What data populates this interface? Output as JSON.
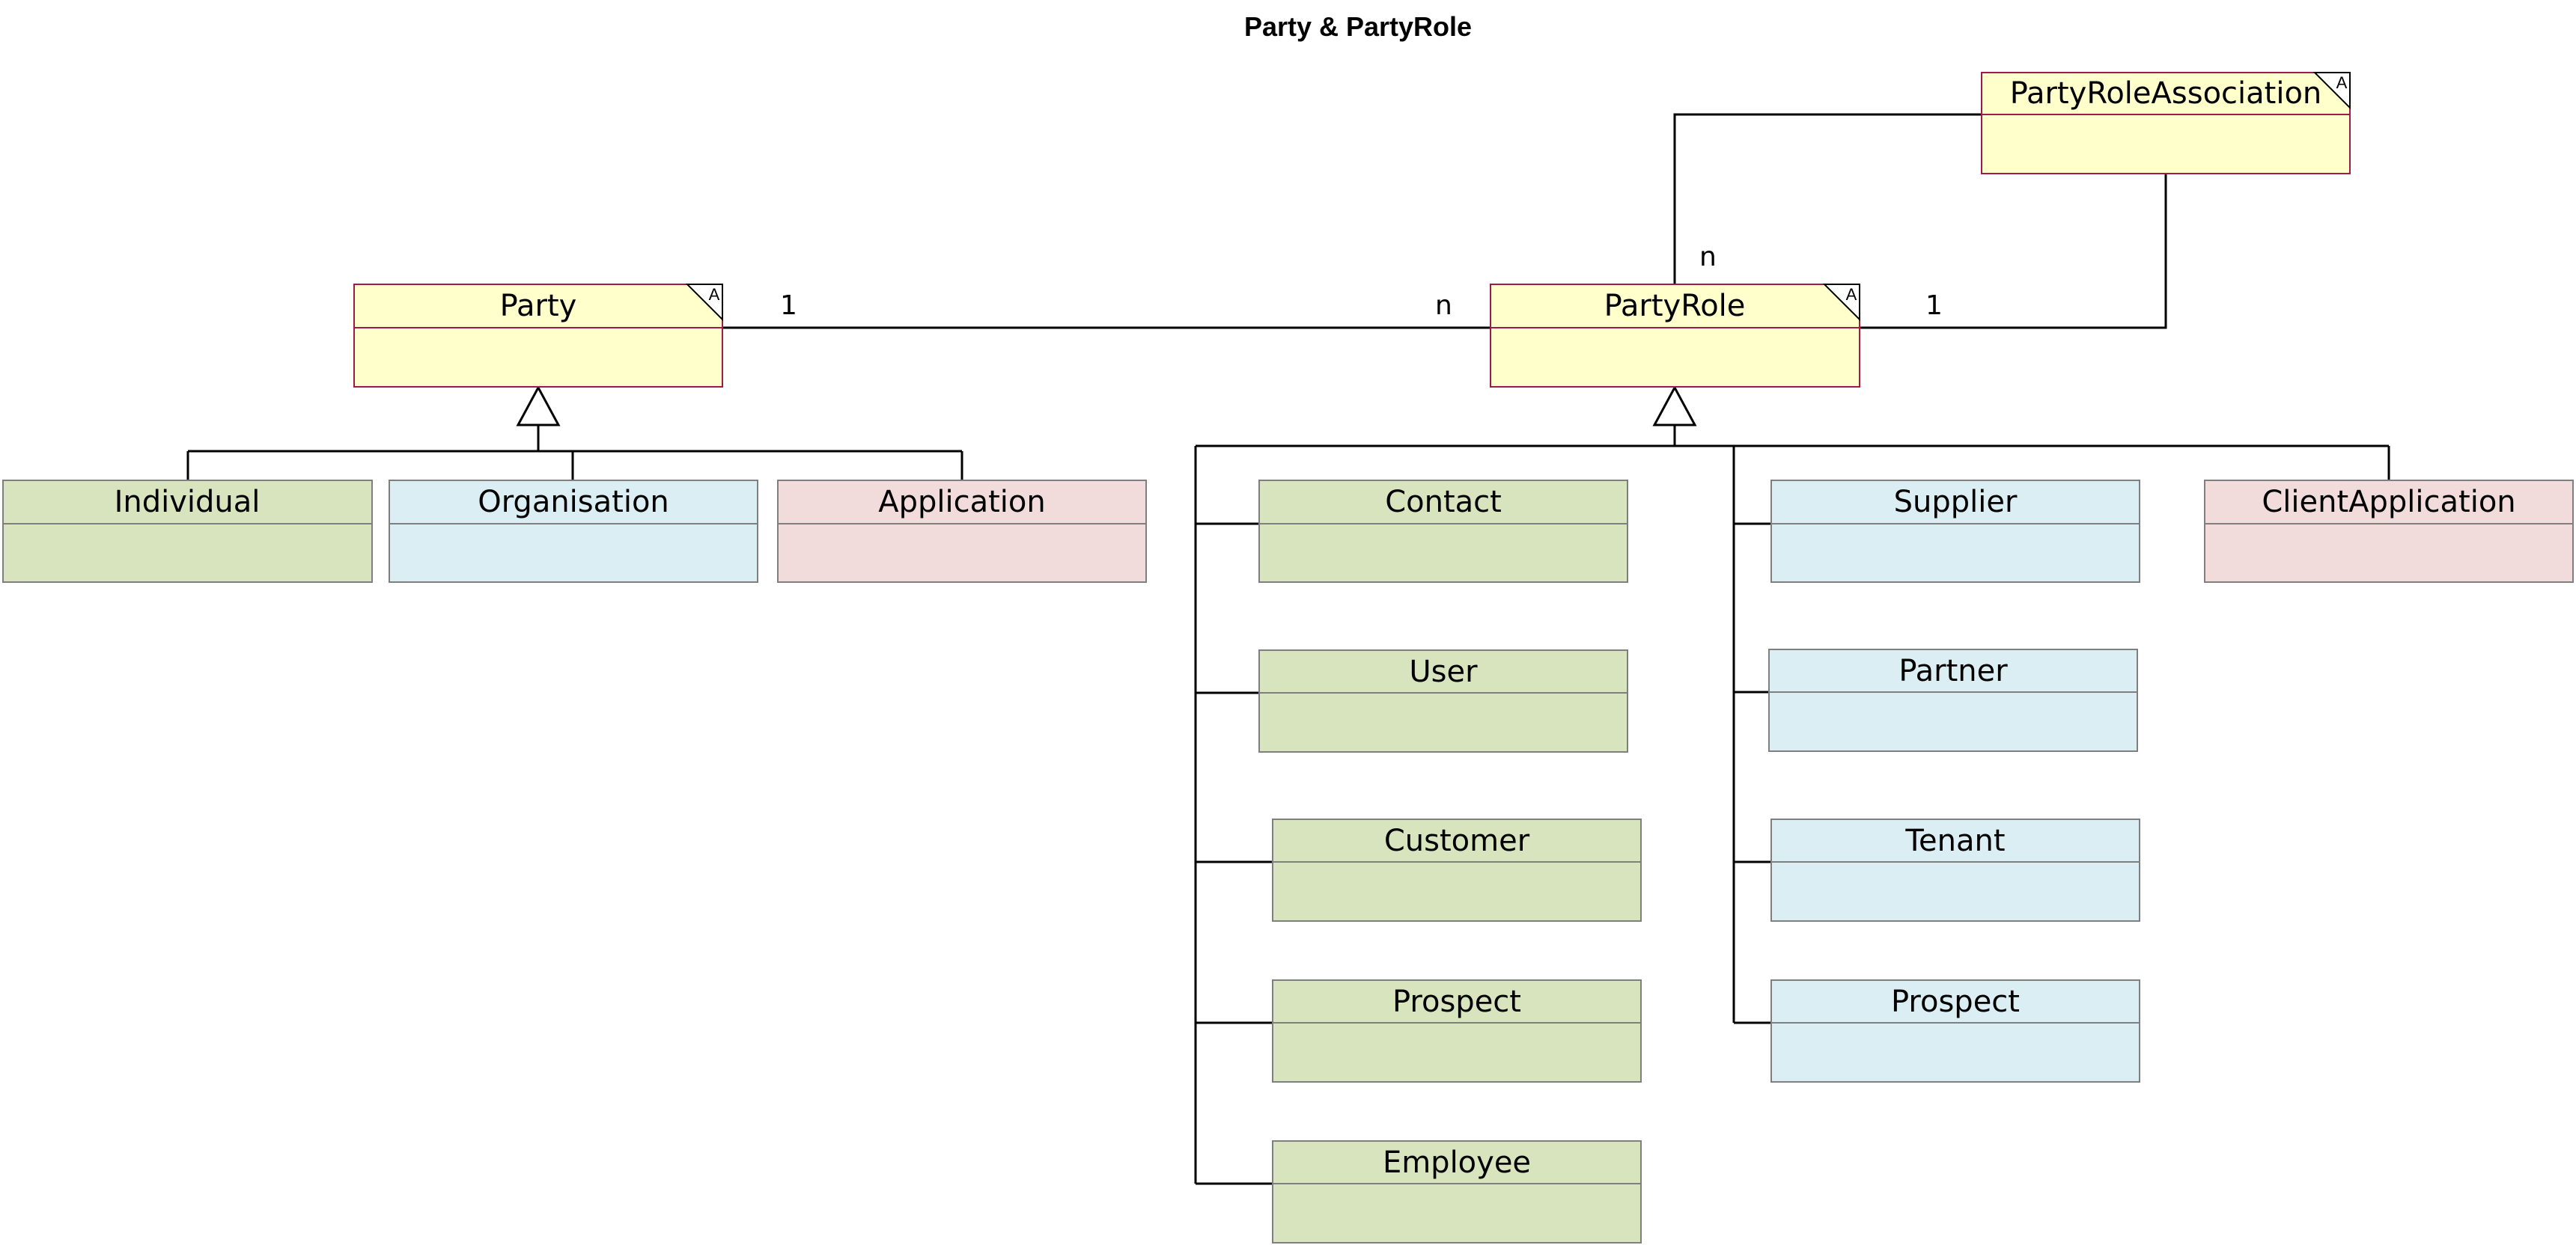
{
  "title": "Party & PartyRole",
  "colors": {
    "abstract_fill": "#FFFFCC",
    "abstract_border": "#9E1A4A",
    "green_fill": "#D7E4BD",
    "blue_fill": "#DBEEF4",
    "pink_fill": "#F2DCDB",
    "plain_border": "#7F7F7F"
  },
  "abstract_marker": "A",
  "classes": {
    "party": "Party",
    "party_role": "PartyRole",
    "party_role_association": "PartyRoleAssociation",
    "individual": "Individual",
    "organisation": "Organisation",
    "application": "Application",
    "contact": "Contact",
    "user": "User",
    "customer": "Customer",
    "prospect_individual": "Prospect",
    "employee": "Employee",
    "supplier": "Supplier",
    "partner": "Partner",
    "tenant": "Tenant",
    "prospect_organisation": "Prospect",
    "client_application": "ClientApplication"
  },
  "associations": {
    "party_to_role": {
      "party_end": "1",
      "role_end": "n"
    },
    "role_to_association": {
      "role_top_end": "n",
      "role_right_end": "1"
    }
  }
}
